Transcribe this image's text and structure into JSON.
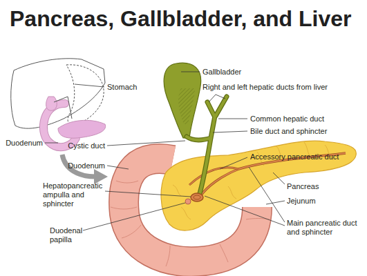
{
  "diagram": {
    "title": "Pancreas, Gallbladder, and Liver",
    "labels": [
      "Stomach",
      "Duodenum",
      "Gallbladder",
      "Right and left hepatic ducts from liver",
      "Common hepatic duct",
      "Bile duct and sphincter",
      "Cystic duct",
      "Accessory pancreatic duct",
      "Duodenum",
      "Hepatopancreatic ampulla and sphincter",
      "Pancreas",
      "Jejunum",
      "Duodenal papilla",
      "Main pancreatic duct and sphincter"
    ]
  }
}
